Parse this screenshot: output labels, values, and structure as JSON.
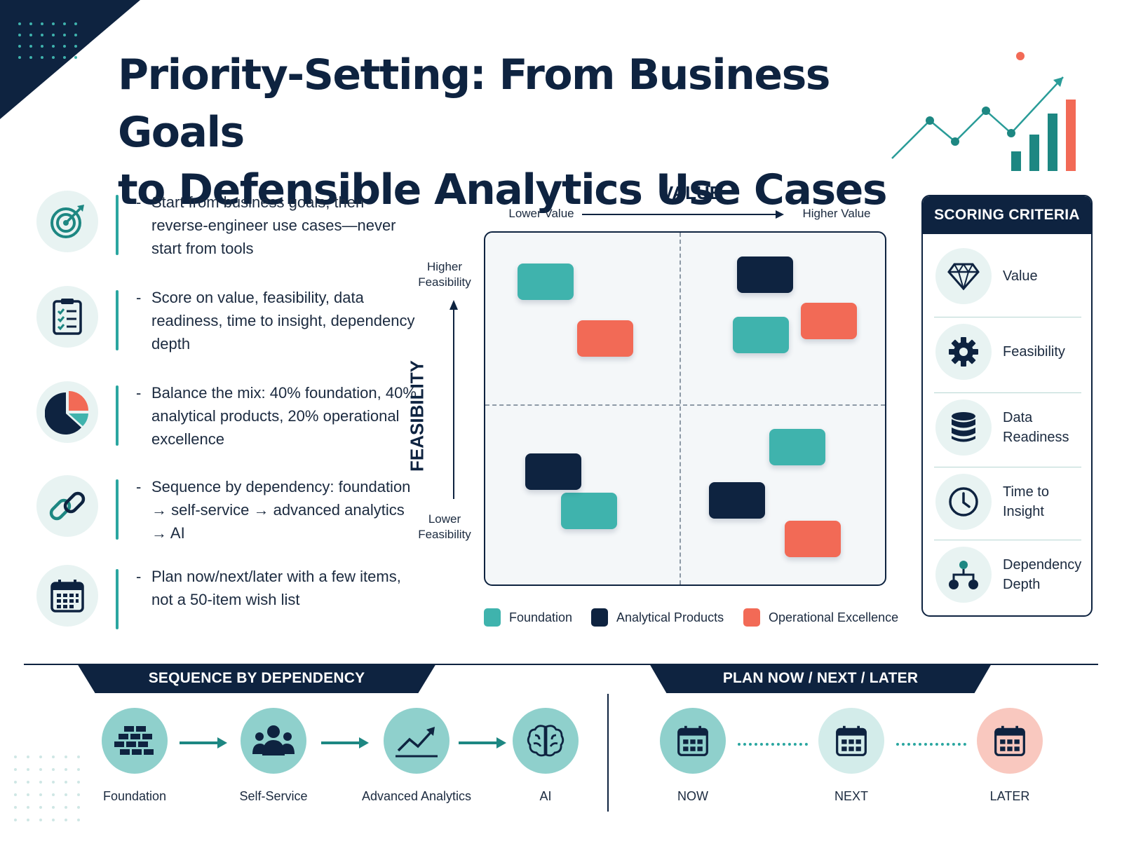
{
  "title": {
    "line1": "Priority-Setting: From Business Goals",
    "line2": "to Defensible Analytics Use Cases"
  },
  "colors": {
    "navy": "#0e2340",
    "teal": "#3fb3ad",
    "coral": "#f26a56",
    "light_teal": "#e8f3f2"
  },
  "principles": [
    {
      "icon": "target-icon",
      "text": "Start from business goals, then reverse-engineer use cases—never start from tools"
    },
    {
      "icon": "checklist-icon",
      "text": "Score on value, feasibility, data readiness, time to insight, dependency depth"
    },
    {
      "icon": "pie-chart-icon",
      "text": "Balance the mix: 40% foundation, 40% analytical products, 20% operational excellence"
    },
    {
      "icon": "chain-link-icon",
      "text": "Sequence by dependency: foundation → self-service → advanced analytics → AI"
    },
    {
      "icon": "calendar-icon",
      "text": "Plan now/next/later with a few items, not a 50-item wish list"
    }
  ],
  "principle_dash": "-",
  "matrix": {
    "x_axis_title": "VALUE",
    "x_low": "Lower Value",
    "x_high": "Higher Value",
    "y_axis_title": "FEASIBILITY",
    "y_high": "Higher Feasibility",
    "y_low": "Lower Feasibility"
  },
  "chart_data": {
    "type": "scatter",
    "x_axis": "Value",
    "y_axis": "Feasibility",
    "xlim": [
      0,
      1
    ],
    "ylim": [
      0,
      1
    ],
    "legend_placement": "bottom",
    "series": [
      {
        "name": "Foundation",
        "color": "#3fb3ad",
        "points": [
          {
            "x": 0.15,
            "y": 0.86
          },
          {
            "x": 0.69,
            "y": 0.71
          },
          {
            "x": 0.78,
            "y": 0.39
          },
          {
            "x": 0.26,
            "y": 0.21
          }
        ]
      },
      {
        "name": "Analytical Products",
        "color": "#0e2340",
        "points": [
          {
            "x": 0.7,
            "y": 0.88
          },
          {
            "x": 0.17,
            "y": 0.32
          },
          {
            "x": 0.63,
            "y": 0.24
          }
        ]
      },
      {
        "name": "Operational Excellence",
        "color": "#f26a56",
        "points": [
          {
            "x": 0.3,
            "y": 0.7
          },
          {
            "x": 0.86,
            "y": 0.75
          },
          {
            "x": 0.82,
            "y": 0.13
          }
        ]
      }
    ]
  },
  "scoring": {
    "header": "SCORING CRITERIA",
    "criteria": [
      {
        "icon": "diamond-icon",
        "label": "Value"
      },
      {
        "icon": "gear-icon",
        "label": "Feasibility"
      },
      {
        "icon": "database-icon",
        "label": "Data Readiness"
      },
      {
        "icon": "clock-icon",
        "label": "Time to Insight"
      },
      {
        "icon": "hierarchy-icon",
        "label": "Dependency Depth"
      }
    ]
  },
  "sequence": {
    "header": "SEQUENCE BY DEPENDENCY",
    "steps": [
      {
        "icon": "bricks-icon",
        "label": "Foundation"
      },
      {
        "icon": "users-icon",
        "label": "Self-Service"
      },
      {
        "icon": "trend-chart-icon",
        "label": "Advanced Analytics"
      },
      {
        "icon": "brain-icon",
        "label": "AI"
      }
    ]
  },
  "plan": {
    "header": "PLAN NOW / NEXT / LATER",
    "steps": [
      {
        "icon": "calendar-icon",
        "label": "NOW",
        "color": "#8fd0cc"
      },
      {
        "icon": "calendar-icon",
        "label": "NEXT",
        "color": "#d3ecea"
      },
      {
        "icon": "calendar-icon",
        "label": "LATER",
        "color": "#f9c8bf"
      }
    ]
  }
}
